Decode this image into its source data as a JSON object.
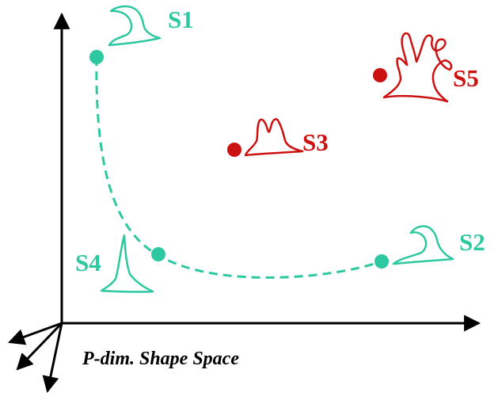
{
  "diagram": {
    "caption": "P-dim. Shape Space",
    "colors": {
      "on_manifold": "#2ec8a0",
      "off_manifold": "#cc1111",
      "axes": "#000000"
    },
    "shapes": [
      {
        "id": "S1",
        "label": "S1",
        "group": "on_manifold",
        "icon": "hat-shape-icon"
      },
      {
        "id": "S2",
        "label": "S2",
        "group": "on_manifold",
        "icon": "hood-shape-icon"
      },
      {
        "id": "S3",
        "label": "S3",
        "group": "off_manifold",
        "icon": "double-peak-shape-icon"
      },
      {
        "id": "S4",
        "label": "S4",
        "group": "on_manifold",
        "icon": "cone-shape-icon"
      },
      {
        "id": "S5",
        "label": "S5",
        "group": "off_manifold",
        "icon": "squiggle-shape-icon"
      }
    ]
  }
}
